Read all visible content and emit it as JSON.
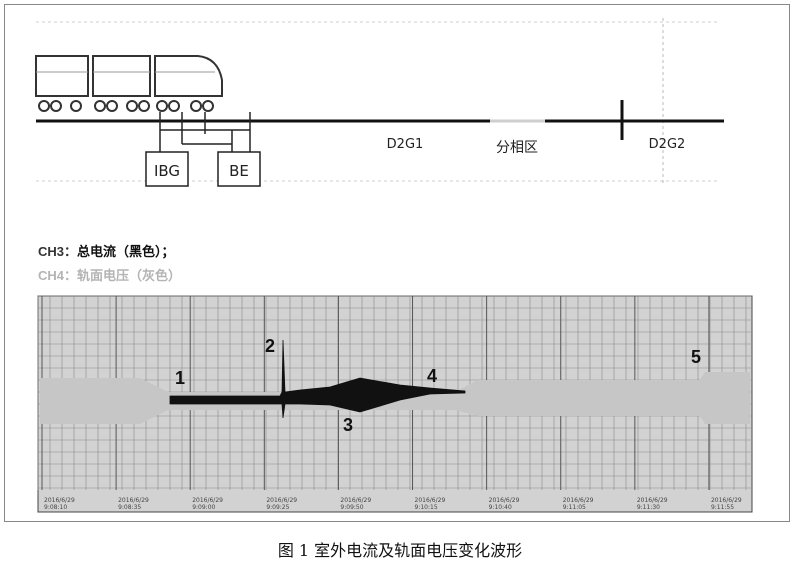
{
  "labels": {
    "ibg": "IBG",
    "be": "BE",
    "d2g1": "D2G1",
    "phase_zone": "分相区",
    "d2g2": "D2G2"
  },
  "legend": {
    "ch3_prefix": "CH3：",
    "ch3_text": "总电流（黑色）；",
    "ch4_prefix": "CH4：",
    "ch4_text": "轨面电压（灰色）"
  },
  "markers": [
    "1",
    "2",
    "3",
    "4",
    "5"
  ],
  "time_ticks": [
    {
      "date": "2016/6/29",
      "time": "9:08:10"
    },
    {
      "date": "2016/6/29",
      "time": "9:08:35"
    },
    {
      "date": "2016/6/29",
      "time": "9:09:00"
    },
    {
      "date": "2016/6/29",
      "time": "9:09:25"
    },
    {
      "date": "2016/6/29",
      "time": "9:09:50"
    },
    {
      "date": "2016/6/29",
      "time": "9:10:15"
    },
    {
      "date": "2016/6/29",
      "time": "9:10:40"
    },
    {
      "date": "2016/6/29",
      "time": "9:11:05"
    },
    {
      "date": "2016/6/29",
      "time": "9:11:30"
    },
    {
      "date": "2016/6/29",
      "time": "9:11:55"
    }
  ],
  "caption": "图 1   室外电流及轨面电压变化波形",
  "colors": {
    "grid_bg": "#d2d2d2",
    "grid_line": "#6e6e6e",
    "voltage_fill": "#c8c8c8",
    "current": "#111111",
    "ch4_text": "#b4b4b4"
  }
}
